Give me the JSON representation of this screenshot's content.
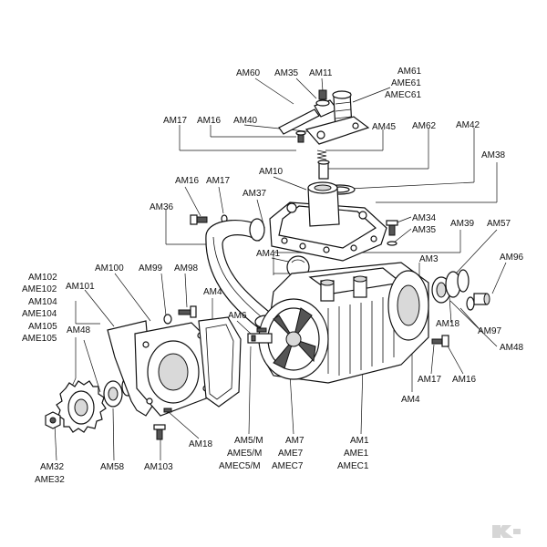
{
  "labels": {
    "am60": "AM60",
    "am35_top": "AM35",
    "am11": "AM11",
    "am61": "AM61",
    "ame61": "AME61",
    "amec61": "AMEC61",
    "am17_top": "AM17",
    "am16_top": "AM16",
    "am40": "AM40",
    "am45": "AM45",
    "am62": "AM62",
    "am42": "AM42",
    "am38": "AM38",
    "am10": "AM10",
    "am16_mid": "AM16",
    "am17_mid": "AM17",
    "am37": "AM37",
    "am36": "AM36",
    "am34": "AM34",
    "am35_mid": "AM35",
    "am39": "AM39",
    "am57": "AM57",
    "am41": "AM41",
    "am3": "AM3",
    "am96": "AM96",
    "am102": "AM102",
    "ame102": "AME102",
    "am104": "AM104",
    "ame104": "AME104",
    "am105": "AM105",
    "ame105": "AME105",
    "am100": "AM100",
    "am101": "AM101",
    "am99": "AM99",
    "am98": "AM98",
    "am4_top": "AM4",
    "am6": "AM6",
    "am48_left": "AM48",
    "am18_right": "AM18",
    "am97": "AM97",
    "am48_right": "AM48",
    "am17_low": "AM17",
    "am16_low": "AM16",
    "am4_low": "AM4",
    "am18_low": "AM18",
    "am5m": "AM5/M",
    "ame5m": "AME5/M",
    "amec5m": "AMEC5/M",
    "am7": "AM7",
    "ame7": "AME7",
    "amec7": "AMEC7",
    "am1": "AM1",
    "ame1": "AME1",
    "amec1": "AMEC1",
    "am32": "AM32",
    "ame32": "AME32",
    "am58": "AM58",
    "am103": "AM103"
  }
}
